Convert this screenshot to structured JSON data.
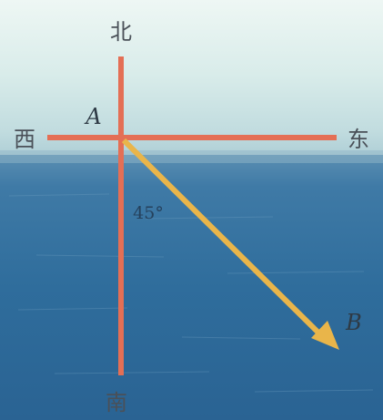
{
  "directions": {
    "north": "北",
    "south": "南",
    "west": "西",
    "east": "东"
  },
  "points": {
    "start": "A",
    "end": "B"
  },
  "angle_label": "45°",
  "colors": {
    "axis_lines": "#e46f55",
    "path_arrow": "#e9b54a",
    "sky": "#d8ecec",
    "sea": "#2f6d9c"
  }
}
